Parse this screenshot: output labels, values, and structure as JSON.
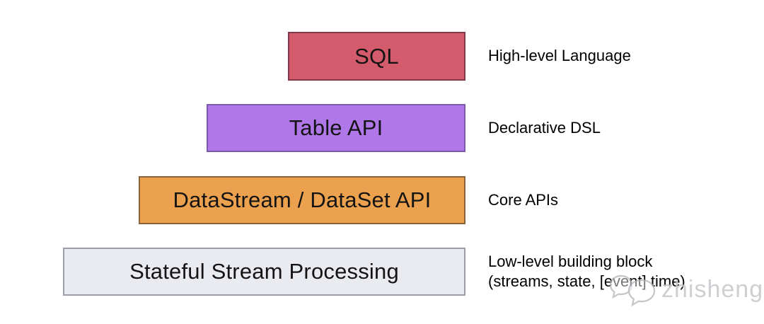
{
  "diagram": {
    "layers": [
      {
        "name": "sql",
        "box_label": "SQL",
        "side_label": "High-level Language",
        "fill": "#d45b6b",
        "border": "#82394a"
      },
      {
        "name": "table-api",
        "box_label": "Table API",
        "side_label": "Declarative DSL",
        "fill": "#b077e9",
        "border": "#7d57a8"
      },
      {
        "name": "datastream-dataset-api",
        "box_label": "DataStream / DataSet API",
        "side_label": "Core APIs",
        "fill": "#eca14e",
        "border": "#8c6239"
      },
      {
        "name": "stateful-stream-processing",
        "box_label": "Stateful Stream Processing",
        "side_label": "Low-level building block\n(streams, state, [event] time)",
        "fill": "#e9ebf1",
        "border": "#9a9ea6"
      }
    ]
  },
  "watermark": {
    "text": "zhisheng",
    "icon": "speech-bubbles-icon",
    "color": "#babdc2"
  }
}
